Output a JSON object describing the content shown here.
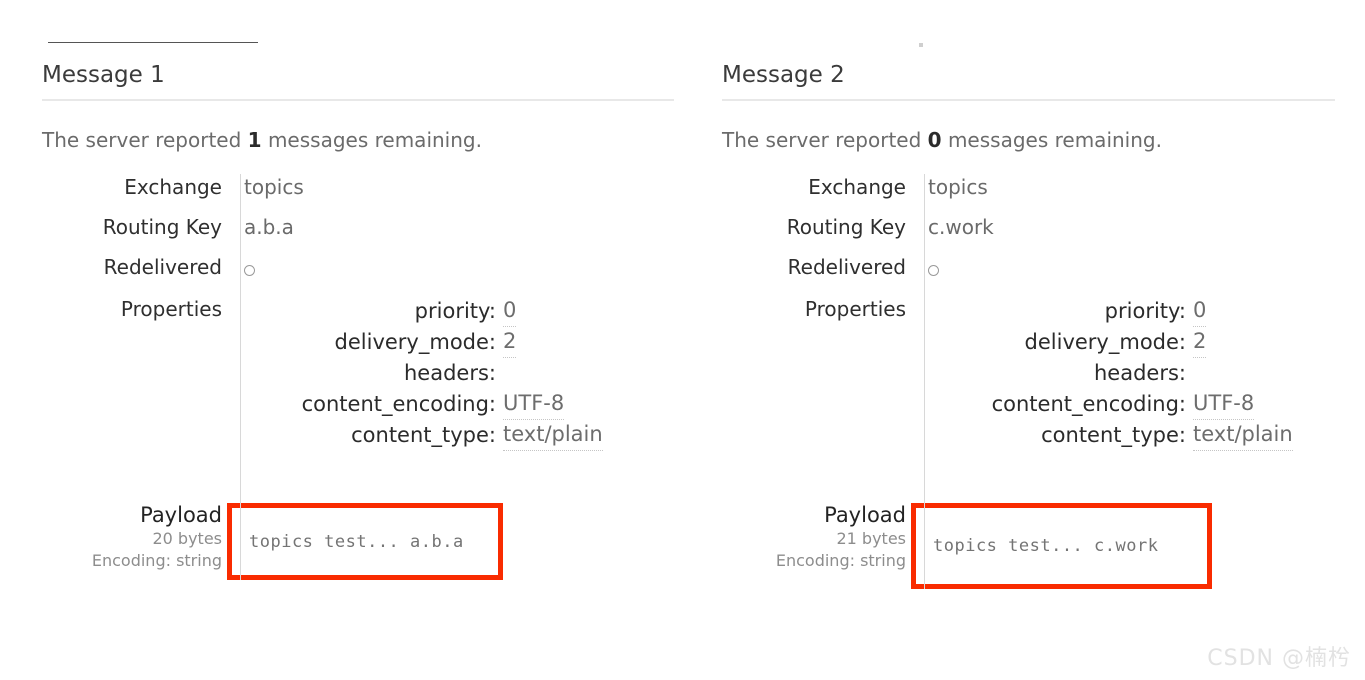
{
  "messages": [
    {
      "title": "Message 1",
      "server_note_prefix": "The server reported",
      "server_note_count": "1",
      "server_note_suffix": "messages remaining.",
      "fields": [
        {
          "label": "Exchange",
          "value": "topics"
        },
        {
          "label": "Routing Key",
          "value": "a.b.a"
        },
        {
          "label": "Redelivered",
          "value": "",
          "icon": "circle-false-icon"
        }
      ],
      "properties_label": "Properties",
      "properties": [
        {
          "key": "priority:",
          "value": "0"
        },
        {
          "key": "delivery_mode:",
          "value": "2"
        },
        {
          "key": "headers:",
          "value": ""
        },
        {
          "key": "content_encoding:",
          "value": "UTF-8"
        },
        {
          "key": "content_type:",
          "value": "text/plain"
        }
      ],
      "payload": {
        "title": "Payload",
        "size": "20 bytes",
        "encoding": "Encoding: string",
        "text": "topics test... a.b.a"
      }
    },
    {
      "title": "Message 2",
      "server_note_prefix": "The server reported",
      "server_note_count": "0",
      "server_note_suffix": "messages remaining.",
      "fields": [
        {
          "label": "Exchange",
          "value": "topics"
        },
        {
          "label": "Routing Key",
          "value": "c.work"
        },
        {
          "label": "Redelivered",
          "value": "",
          "icon": "circle-false-icon"
        }
      ],
      "properties_label": "Properties",
      "properties": [
        {
          "key": "priority:",
          "value": "0"
        },
        {
          "key": "delivery_mode:",
          "value": "2"
        },
        {
          "key": "headers:",
          "value": ""
        },
        {
          "key": "content_encoding:",
          "value": "UTF-8"
        },
        {
          "key": "content_type:",
          "value": "text/plain"
        }
      ],
      "payload": {
        "title": "Payload",
        "size": "21 bytes",
        "encoding": "Encoding: string",
        "text": "topics test... c.work"
      }
    }
  ],
  "annotation": {
    "highlight_color": "#f92b00"
  },
  "watermark": "CSDN @楠枍"
}
